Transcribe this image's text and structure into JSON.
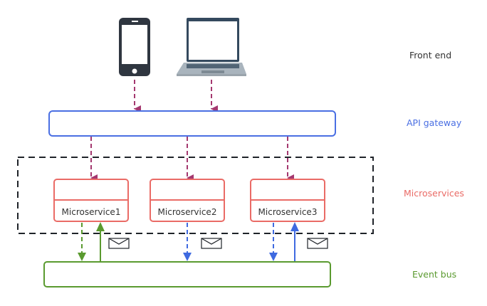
{
  "layers": {
    "front_end": {
      "label": "Front end",
      "color": "#333333"
    },
    "api_gateway": {
      "label": "API gateway",
      "color": "#4a6fe3"
    },
    "microservices": {
      "label": "Microservices",
      "color": "#ea6b66"
    },
    "event_bus": {
      "label": "Event bus",
      "color": "#5a9a2f"
    }
  },
  "clients": [
    {
      "name": "mobile-phone",
      "icon": "smartphone-icon"
    },
    {
      "name": "laptop",
      "icon": "laptop-icon"
    }
  ],
  "microservices": [
    {
      "label": "Microservice1"
    },
    {
      "label": "Microservice2"
    },
    {
      "label": "Microservice3"
    }
  ],
  "colors": {
    "client_arrow": "#a4386f",
    "gateway_border": "#4a6fe3",
    "microservice_border": "#ea6b66",
    "container_dash": "#1f2329",
    "eventbus_border": "#5a9a2f",
    "ms1_flow": "#5a9a2f",
    "ms23_flow": "#3f6ae0",
    "device_dark": "#2f3640",
    "laptop_base": "#a9b4bd"
  },
  "message_icon": "envelope-icon"
}
